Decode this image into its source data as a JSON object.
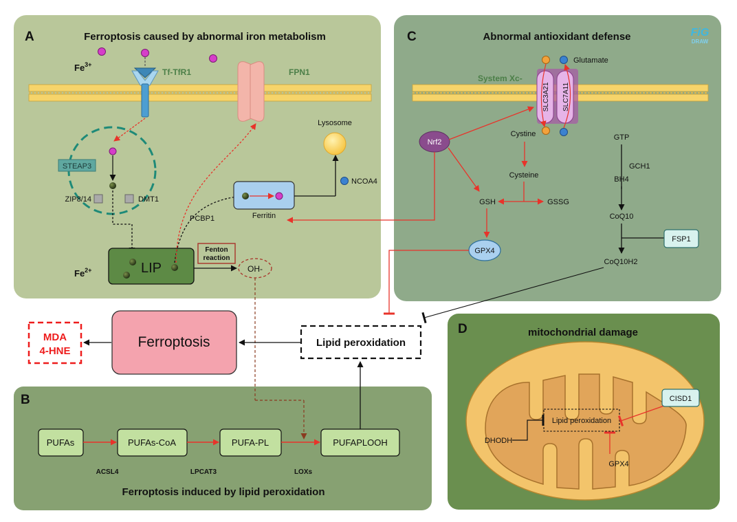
{
  "panels": {
    "a": {
      "letter": "A",
      "title": "Ferroptosis caused by abnormal iron metabolism"
    },
    "b": {
      "letter": "B",
      "title": "Ferroptosis induced by lipid peroxidation"
    },
    "c": {
      "letter": "C",
      "title": "Abnormal antioxidant defense"
    },
    "d": {
      "letter": "D",
      "title": "mitochondrial damage"
    }
  },
  "logo": {
    "line1": "FiG",
    "line2": "DRAW"
  },
  "iron": {
    "fe3_base": "Fe",
    "fe3_sup": "3+",
    "fe2_base": "Fe",
    "fe2_sup": "2+",
    "tf_tfr1": "Tf-TfR1",
    "fpn1": "FPN1",
    "steap3": "STEAP3",
    "zip": "ZIP8/14",
    "dmt1": "DMT1",
    "pcbp1": "PCBP1",
    "ferritin": "Ferritin",
    "lysosome": "Lysosome",
    "ncoa4": "NCOA4",
    "lip": "LIP",
    "fenton_line1": "Fenton",
    "fenton_line2": "reaction",
    "oh": "OH-"
  },
  "antioxidant": {
    "glutamate": "Glutamate",
    "system_xc": "System Xc-",
    "slc3a21": "SLC3A21",
    "slc7a11": "SLC7A11",
    "nrf2": "Nrf2",
    "cystine": "Cystine",
    "cysteine": "Cysteine",
    "gsh": "GSH",
    "gssg": "GSSG",
    "gpx4": "GPX4",
    "gtp": "GTP",
    "gch1": "GCH1",
    "bh4": "BH4",
    "coq10": "CoQ10",
    "fsp1": "FSP1",
    "coq10h2": "CoQ10H2"
  },
  "center": {
    "mda_line1": "MDA",
    "mda_line2": "4-HNE",
    "ferroptosis": "Ferroptosis",
    "lipid_peroxidation": "Lipid peroxidation"
  },
  "lipid_pathway": {
    "nodes": [
      "PUFAs",
      "PUFAs-CoA",
      "PUFA-PL",
      "PUFAPLOOH"
    ],
    "enzymes": [
      "ACSL4",
      "LPCAT3",
      "LOXs"
    ]
  },
  "mito": {
    "lipid_peroxidation": "Lipid peroxidation",
    "dhodh": "DHODH",
    "gpx4": "GPX4",
    "cisd1": "CISD1"
  },
  "colors": {
    "panel_a": "#b9c79a",
    "panel_b": "#87a172",
    "panel_c": "#8faa8a",
    "panel_d": "#6a8f4f",
    "inhibit_red": "#e8332a",
    "magenta": "#d63ec9",
    "membrane": "#f6d46a",
    "ferroptosis_fill": "#f4a3ae",
    "mda_red": "#ee1c1c",
    "mito_outer": "#f3c46b",
    "mito_inner": "#e1a55a"
  }
}
